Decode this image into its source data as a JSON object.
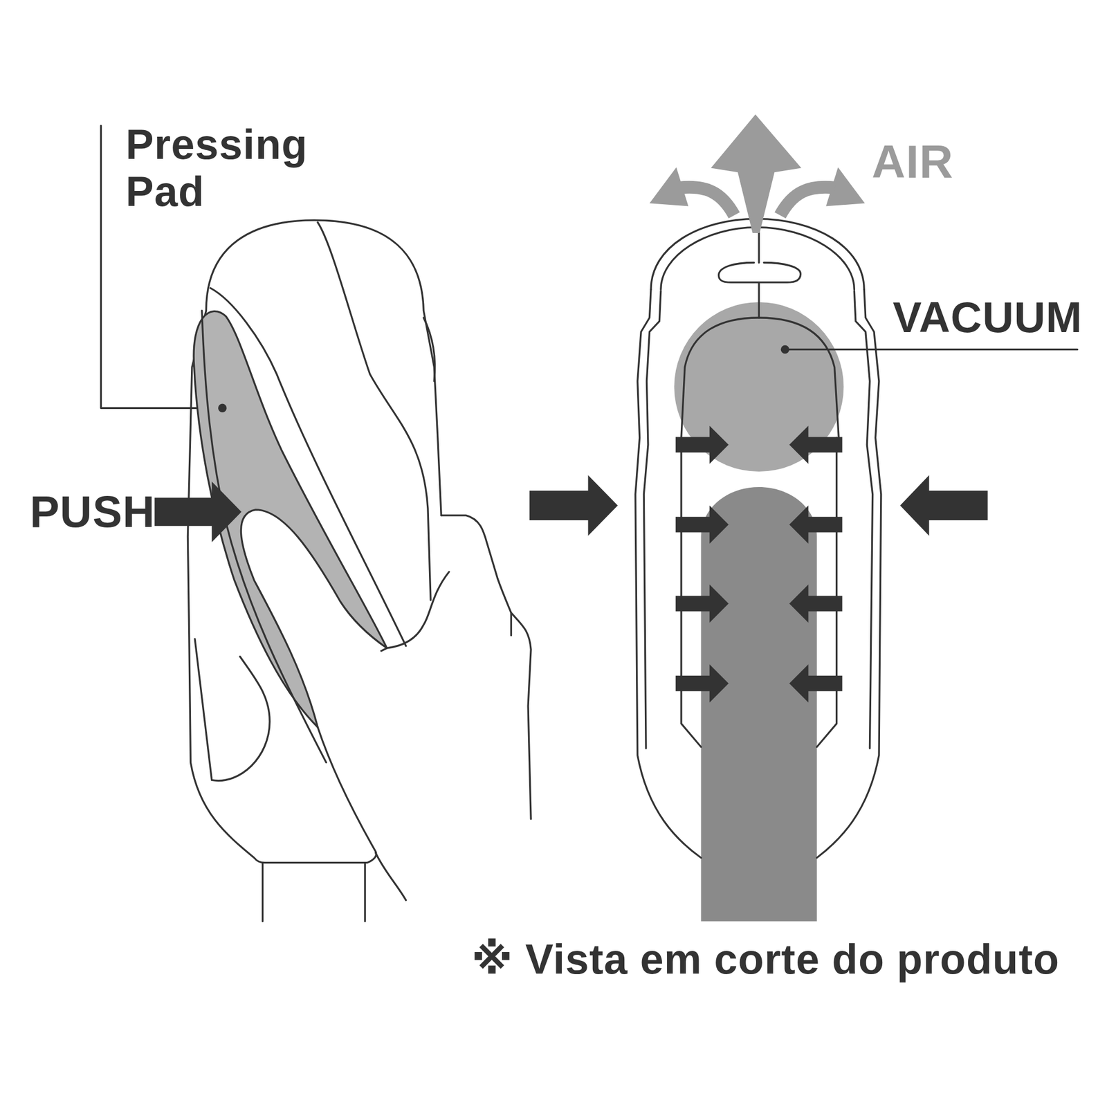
{
  "diagram": {
    "caption": "※ Vista em corte do produto",
    "labels": [
      "Pressing Pad",
      "PUSH",
      "AIR",
      "VACUUM"
    ]
  }
}
